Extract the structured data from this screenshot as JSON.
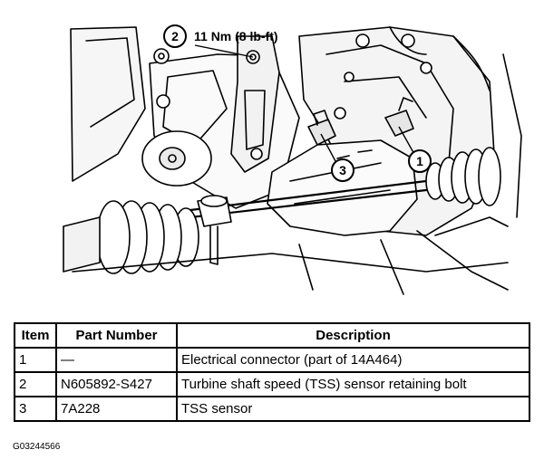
{
  "figure": {
    "callouts": [
      {
        "number": "2",
        "text": "11 Nm (8 lb-ft)"
      },
      {
        "number": "3",
        "text": ""
      },
      {
        "number": "1",
        "text": ""
      }
    ]
  },
  "table": {
    "headers": [
      "Item",
      "Part Number",
      "Description"
    ],
    "rows": [
      {
        "item": "1",
        "part_number": "—",
        "description": "Electrical connector (part of 14A464)"
      },
      {
        "item": "2",
        "part_number": "N605892-S427",
        "description": "Turbine shaft speed (TSS) sensor retaining bolt"
      },
      {
        "item": "3",
        "part_number": "7A228",
        "description": "TSS sensor"
      }
    ]
  },
  "figure_id": "G03244566"
}
